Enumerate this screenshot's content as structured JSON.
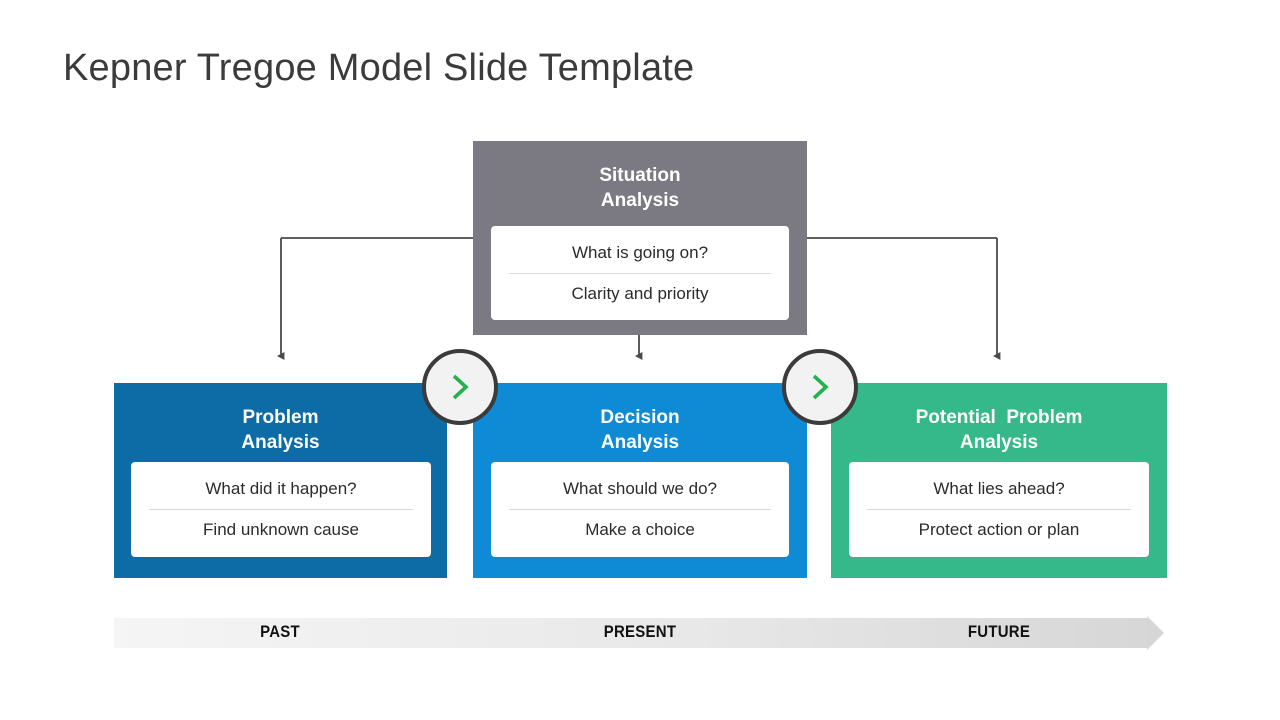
{
  "slide": {
    "title": "Kepner Tregoe Model Slide Template",
    "colors": {
      "situation": "#7b7a82",
      "problem": "#0d6ca5",
      "decision": "#0f8bd6",
      "potential": "#35b98a",
      "chevron_accent": "#22b14c",
      "connector": "#4a4a4a",
      "title_text": "#3b3b3b",
      "timeline_start": "#f5f5f5",
      "timeline_end": "#d6d6d6"
    }
  },
  "situation": {
    "title": "Situation\nAnalysis",
    "question": "What is going on?",
    "answer": "Clarity and priority"
  },
  "phases": [
    {
      "id": "problem",
      "title": "Problem\nAnalysis",
      "question": "What did it happen?",
      "answer": "Find unknown cause"
    },
    {
      "id": "decision",
      "title": "Decision\nAnalysis",
      "question": "What should we do?",
      "answer": "Make a choice"
    },
    {
      "id": "potential",
      "title": "Potential  Problem\nAnalysis",
      "question": "What lies ahead?",
      "answer": "Protect action or plan"
    }
  ],
  "connectors": {
    "chevron_1_icon": "chevron-right-icon",
    "chevron_2_icon": "chevron-right-icon",
    "arrow_down_icon": "arrow-down-icon"
  },
  "timeline": {
    "labels": [
      "PAST",
      "PRESENT",
      "FUTURE"
    ]
  }
}
